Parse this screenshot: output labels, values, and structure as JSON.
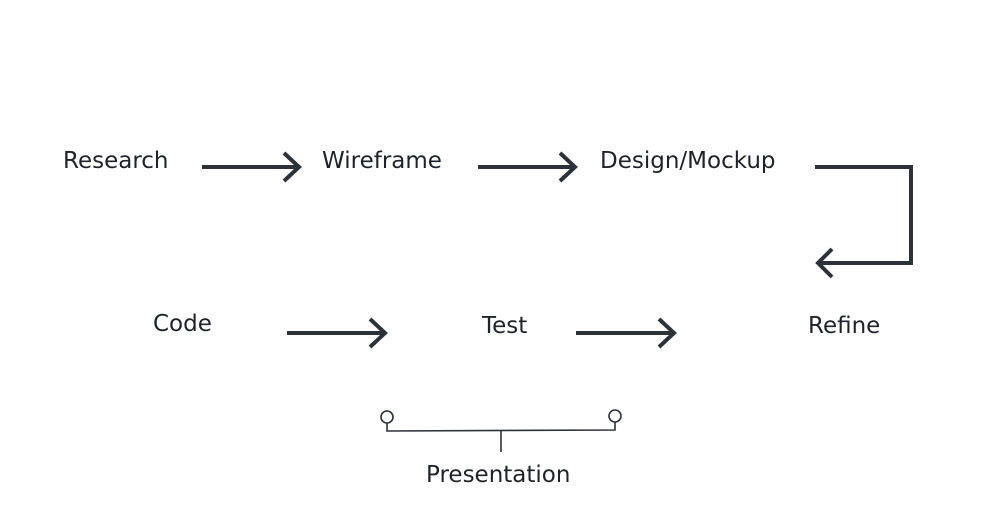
{
  "diagram": {
    "steps": {
      "research": "Research",
      "wireframe": "Wireframe",
      "design": "Design/Mockup",
      "code": "Code",
      "test": "Test",
      "refine": "Refine"
    },
    "bracket_label": "Presentation"
  },
  "colors": {
    "stroke": "#2d3138",
    "text": "#1f2328",
    "background": "#ffffff"
  }
}
